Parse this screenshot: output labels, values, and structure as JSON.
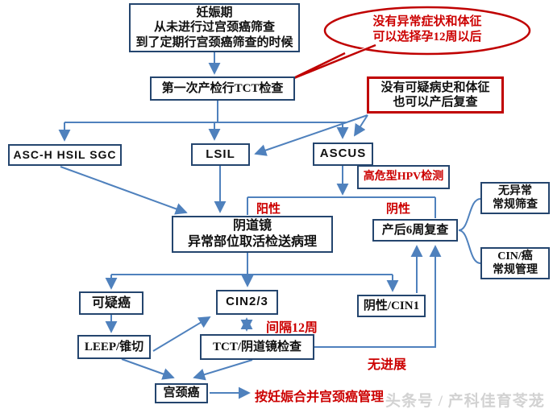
{
  "flowchart": {
    "nodes": {
      "pregnancy": {
        "lines": [
          "妊娠期",
          "从未进行过宫颈癌筛查",
          "到了定期行宫颈癌筛查的时候"
        ]
      },
      "first_tct": {
        "label": "第一次产检行TCT检查"
      },
      "callout": {
        "lines": [
          "没有异常症状和体征",
          "可以选择孕12周以后"
        ]
      },
      "no_suspicious_history": {
        "lines": [
          "没有可疑病史和体征",
          "也可以产后复查"
        ]
      },
      "asc_h": {
        "label": "ASC-H HSIL SGC"
      },
      "lsil": {
        "label": "LSIL"
      },
      "ascus": {
        "label": "ASCUS"
      },
      "hpv_test": {
        "label": "高危型HPV检测"
      },
      "colposcopy": {
        "lines": [
          "阴道镜",
          "异常部位取活检送病理"
        ]
      },
      "postpartum_6w": {
        "label": "产后6周复查"
      },
      "no_abnormal": {
        "lines": [
          "无异常",
          "常规筛查"
        ]
      },
      "cin_cancer_mgmt": {
        "lines": [
          "CIN/癌",
          "常规管理"
        ]
      },
      "suspected_cancer": {
        "label": "可疑癌"
      },
      "cin23": {
        "label": "CIN2/3"
      },
      "negative_cin1": {
        "label": "阴性/CIN1"
      },
      "leep": {
        "label": "LEEP/锥切"
      },
      "tct_colposcopy": {
        "label": "TCT/阴道镜检查"
      },
      "cervical_cancer": {
        "label": "宫颈癌"
      }
    },
    "edge_labels": {
      "positive": "阳性",
      "negative": "阴性",
      "interval_12w": "间隔12周",
      "no_progress": "无进展",
      "manage_as": "按妊娠合并宫颈癌管理"
    }
  },
  "watermark": "头条号 / 产科佳育苓茏",
  "colors": {
    "node_border": "#24456e",
    "arrow_blue": "#4f81bd",
    "accent_red": "#c00000",
    "red_text": "#cc0000",
    "watermark_gray": "#d2d2d2"
  }
}
